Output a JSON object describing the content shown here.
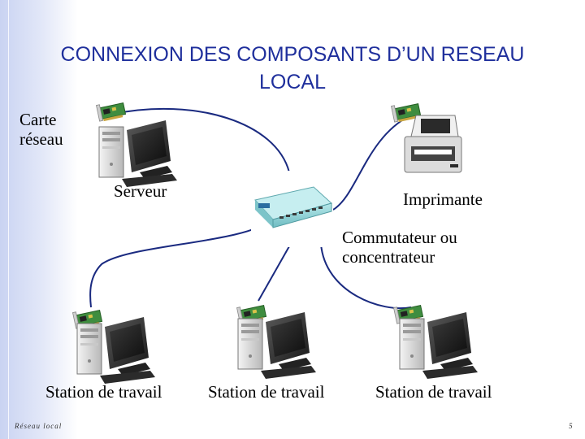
{
  "slide": {
    "title_line1": "CONNEXION DES COMPOSANTS D’UN RESEAU",
    "title_line2": "LOCAL"
  },
  "labels": {
    "carte_line1": "Carte",
    "carte_line2": "réseau",
    "serveur": "Serveur",
    "imprimante": "Imprimante",
    "commutateur_line1": "Commutateur ou",
    "commutateur_line2": "concentrateur",
    "station_1": "Station de travail",
    "station_2": "Station de travail",
    "station_3": "Station de travail"
  },
  "footer": {
    "left": "Réseau local",
    "page": "5"
  },
  "colors": {
    "title": "#1f2f9c",
    "cable": "#1a2a80",
    "sidebar": "#c9d3f2",
    "switch_body": "#8fd2d6"
  }
}
